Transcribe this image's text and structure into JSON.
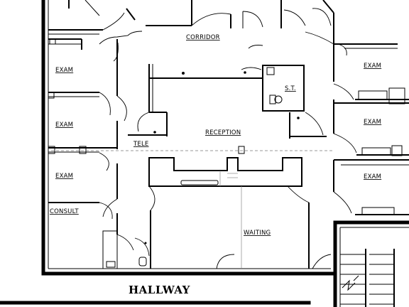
{
  "rooms": {
    "corridor": "CORRIDOR",
    "exam_1": "EXAM",
    "exam_2": "EXAM",
    "exam_3": "EXAM",
    "exam_4": "EXAM",
    "exam_5": "EXAM",
    "exam_6": "EXAM",
    "consult": "CONSULT",
    "reception": "RECEPTION",
    "tele": "TELE",
    "st": "S.T.",
    "waiting": "WAITING"
  },
  "hallway": "HALLWAY"
}
